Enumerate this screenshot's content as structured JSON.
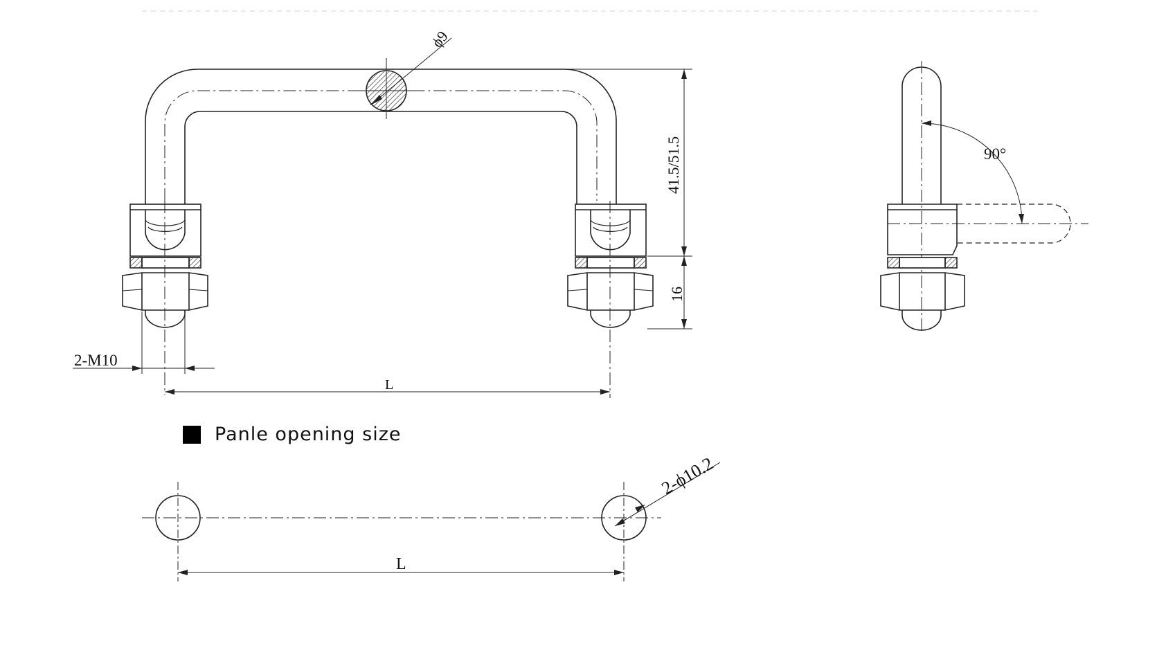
{
  "labels": {
    "tube_diameter": "ϕ9",
    "height_dim": "41.5/51.5",
    "nut_height_dim": "16",
    "thread_dim": "2-M10",
    "length_dim_top": "L",
    "angle_dim": "90°",
    "hole_dim": "2-ϕ10.2",
    "length_dim_bottom": "L"
  },
  "section": {
    "title": "Panle opening size"
  }
}
